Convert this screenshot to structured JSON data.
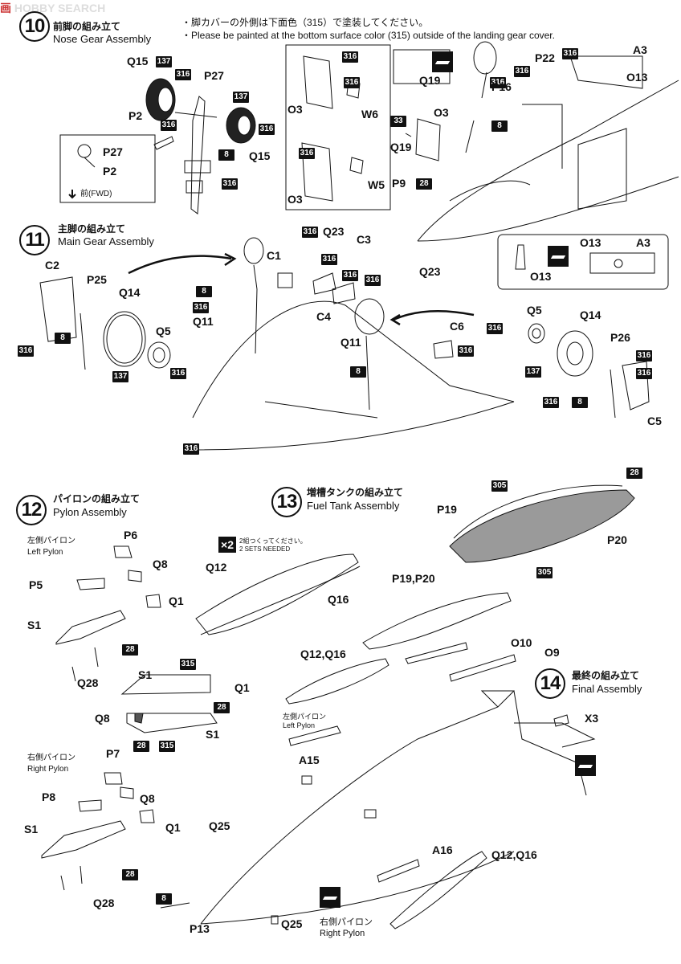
{
  "watermark": {
    "logo": "画",
    "text": "HOBBY SEARCH"
  },
  "notes": {
    "jp": "・脚カバーの外側は下面色（315）で塗装してください。",
    "en": "・Please be painted at the bottom surface color (315) outside of the landing gear cover."
  },
  "steps": {
    "s10": {
      "num": "10",
      "jp": "前脚の組み立て",
      "en": "Nose Gear Assembly"
    },
    "s11": {
      "num": "11",
      "jp": "主脚の組み立て",
      "en": "Main Gear Assembly"
    },
    "s12": {
      "num": "12",
      "jp": "パイロンの組み立て",
      "en": "Pylon Assembly"
    },
    "s13": {
      "num": "13",
      "jp": "増槽タンクの組み立て",
      "en": "Fuel Tank Assembly"
    },
    "s14": {
      "num": "14",
      "jp": "最終の組み立て",
      "en": "Final Assembly"
    }
  },
  "labels": {
    "q15a": "Q15",
    "p27": "P27",
    "p2": "P2",
    "q15b": "Q15",
    "inset_p27": "P27",
    "inset_p2": "P2",
    "fwd": "前(FWD)",
    "o3a": "O3",
    "w6": "W6",
    "o3b": "O3",
    "w5": "W5",
    "q19a": "Q19",
    "q19b": "Q19",
    "o3c": "O3",
    "p9": "P9",
    "p22": "P22",
    "p16": "P16",
    "a3": "A3",
    "o13": "O13",
    "o13b": "O13",
    "a3b": "A3",
    "o13c": "O13",
    "c2": "C2",
    "p25": "P25",
    "q14a": "Q14",
    "q5a": "Q5",
    "c1": "C1",
    "q23a": "Q23",
    "c3": "C3",
    "q23b": "Q23",
    "q11a": "Q11",
    "c4": "C4",
    "q11b": "Q11",
    "c6": "C6",
    "q5b": "Q5",
    "q14b": "Q14",
    "p26": "P26",
    "c5": "C5",
    "p6": "P6",
    "q8a": "Q8",
    "p5": "P5",
    "q1a": "Q1",
    "s1a": "S1",
    "q28a": "Q28",
    "s1b": "S1",
    "q1b": "Q1",
    "q8b": "Q8",
    "s1c": "S1",
    "p7": "P7",
    "q8c": "Q8",
    "p8": "P8",
    "q1c": "Q1",
    "s1d": "S1",
    "q28b": "Q28",
    "p19": "P19",
    "p20": "P20",
    "q12": "Q12",
    "q16": "Q16",
    "p19p20": "P19,P20",
    "o10": "O10",
    "o9": "O9",
    "q12q16a": "Q12,Q16",
    "x3": "X3",
    "a15": "A15",
    "q25a": "Q25",
    "a16": "A16",
    "q12q16b": "Q12,Q16",
    "p13": "P13",
    "q25b": "Q25"
  },
  "pylon_labels": {
    "left_jp": "左側パイロン",
    "left_en": "Left Pylon",
    "right_jp": "右側パイロン",
    "right_en": "Right Pylon",
    "left2_jp": "左側パイロン",
    "left2_en": "Left Pylon",
    "right2_jp": "右側パイロン",
    "right2_en": "Right Pylon"
  },
  "sets": {
    "badge": "×2",
    "jp": "2組つくってください。",
    "en": "2 SETS NEEDED"
  },
  "paints": {
    "c316": "316",
    "c137": "137",
    "c8": "8",
    "c28": "28",
    "c33": "33",
    "c315": "315",
    "c305": "305"
  },
  "colors": {
    "ink": "#111111",
    "tank_fill": "#9a9a9a",
    "paper": "#ffffff"
  }
}
